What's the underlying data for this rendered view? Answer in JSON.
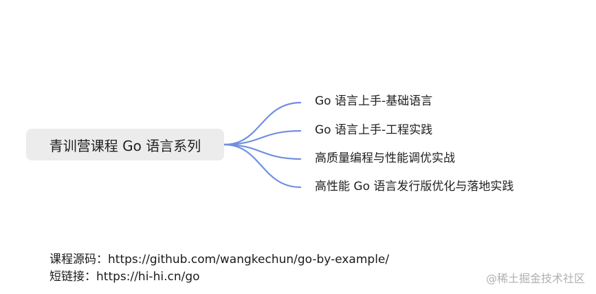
{
  "mindmap": {
    "root": "青训营课程 Go 语言系列",
    "branches": [
      {
        "label": "Go 语言上手-基础语言"
      },
      {
        "label": "Go 语言上手-工程实践"
      },
      {
        "label": "高质量编程与性能调优实战"
      },
      {
        "label": "高性能 Go 语言发行版优化与落地实践"
      }
    ],
    "connector_color": "#6f8fe0",
    "root_bg_color": "#ececec"
  },
  "footer": {
    "source_label": "课程源码：",
    "source_url": "https://github.com/wangkechun/go-by-example/",
    "short_label": "短链接：",
    "short_url": "https://hi-hi.cn/go"
  },
  "watermark": "@稀土掘金技术社区"
}
